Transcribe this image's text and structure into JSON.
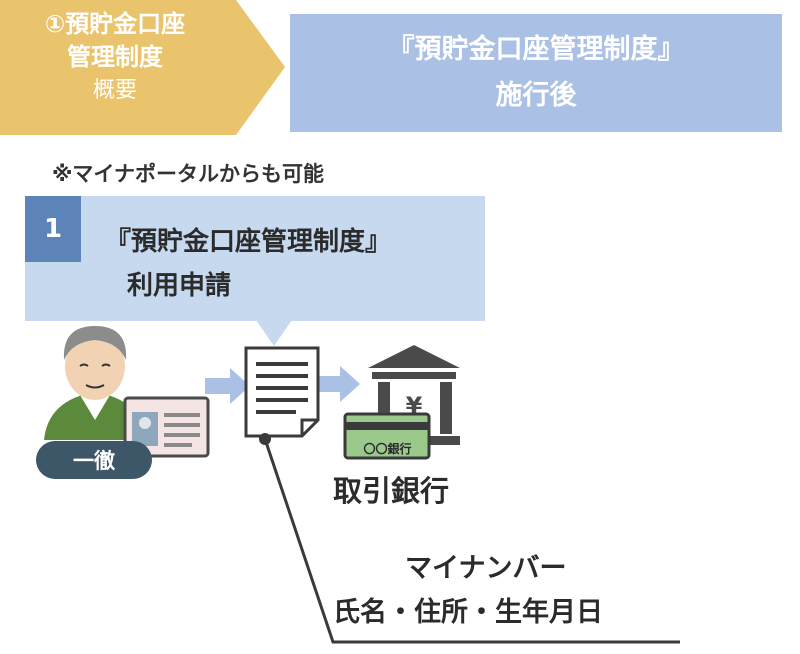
{
  "header": {
    "tag_line1": "①預貯金口座",
    "tag_line2": "管理制度",
    "tag_line3": "概要",
    "banner_line1": "『預貯金口座管理制度』",
    "banner_line2": "施行後"
  },
  "note": "※マイナポータルからも可能",
  "step": {
    "number": "1",
    "title_line1": "『預貯金口座管理制度』",
    "title_line2": "利用申請"
  },
  "person": {
    "name": "一徹"
  },
  "bank": {
    "label": "取引銀行",
    "card_text": "〇〇銀行",
    "symbol": "¥"
  },
  "info": {
    "line1": "マイナンバー",
    "line2": "氏名・住所・生年月日"
  },
  "colors": {
    "tag": "#e9c46d",
    "banner": "#aac0e4",
    "step_box": "#c7d9ef",
    "step_number": "#5c84b8",
    "arrow": "#aac0e4",
    "bank_card": "#9bc98c"
  }
}
